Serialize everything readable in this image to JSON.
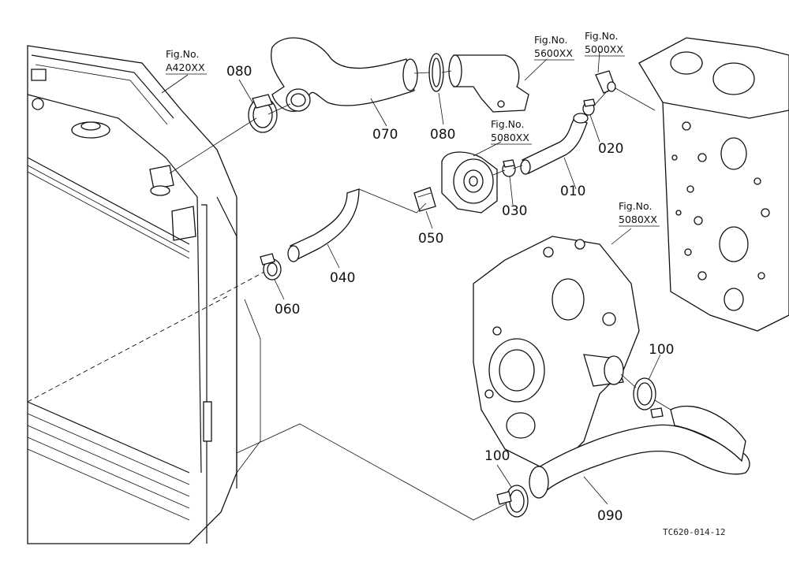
{
  "parts": {
    "p010": "010",
    "p020": "020",
    "p030": "030",
    "p040": "040",
    "p050": "050",
    "p060": "060",
    "p070": "070",
    "p080a": "080",
    "p080b": "080",
    "p090": "090",
    "p100a": "100",
    "p100b": "100"
  },
  "figrefs": {
    "a420": {
      "label": "Fig.No.",
      "number": "A420XX"
    },
    "f5600": {
      "label": "Fig.No.",
      "number": "5600XX"
    },
    "f5000": {
      "label": "Fig.No.",
      "number": "5000XX"
    },
    "f5080a": {
      "label": "Fig.No.",
      "number": "5080XX"
    },
    "f5080b": {
      "label": "Fig.No.",
      "number": "5080XX"
    }
  },
  "drawing_code": "TC620-014-12"
}
